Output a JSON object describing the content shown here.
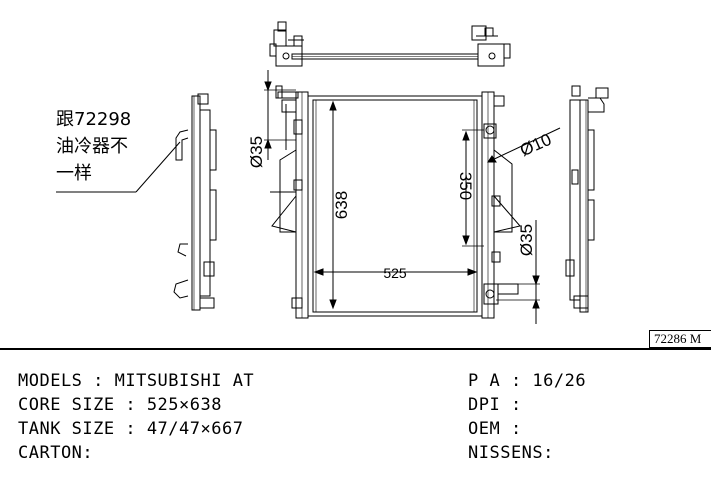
{
  "drawing": {
    "note_lines": [
      "跟72298",
      "油冷器不",
      "一样"
    ],
    "dim_core_height": "638",
    "dim_core_width": "525",
    "dim_inlet": "Ø35",
    "dim_outlet": "Ø35",
    "dim_pipe": "Ø10",
    "dim_oil_cooler": "350",
    "part_number": "72286 M"
  },
  "specs": {
    "models": "MODELS : MITSUBISHI AT",
    "core_size": "CORE SIZE : 525×638",
    "tank_size": "TANK SIZE : 47/47×667",
    "carton": "CARTON:",
    "pa": "P A : 16/26",
    "dpi": "DPI :",
    "oem": "OEM :",
    "nissens": "NISSENS:"
  }
}
